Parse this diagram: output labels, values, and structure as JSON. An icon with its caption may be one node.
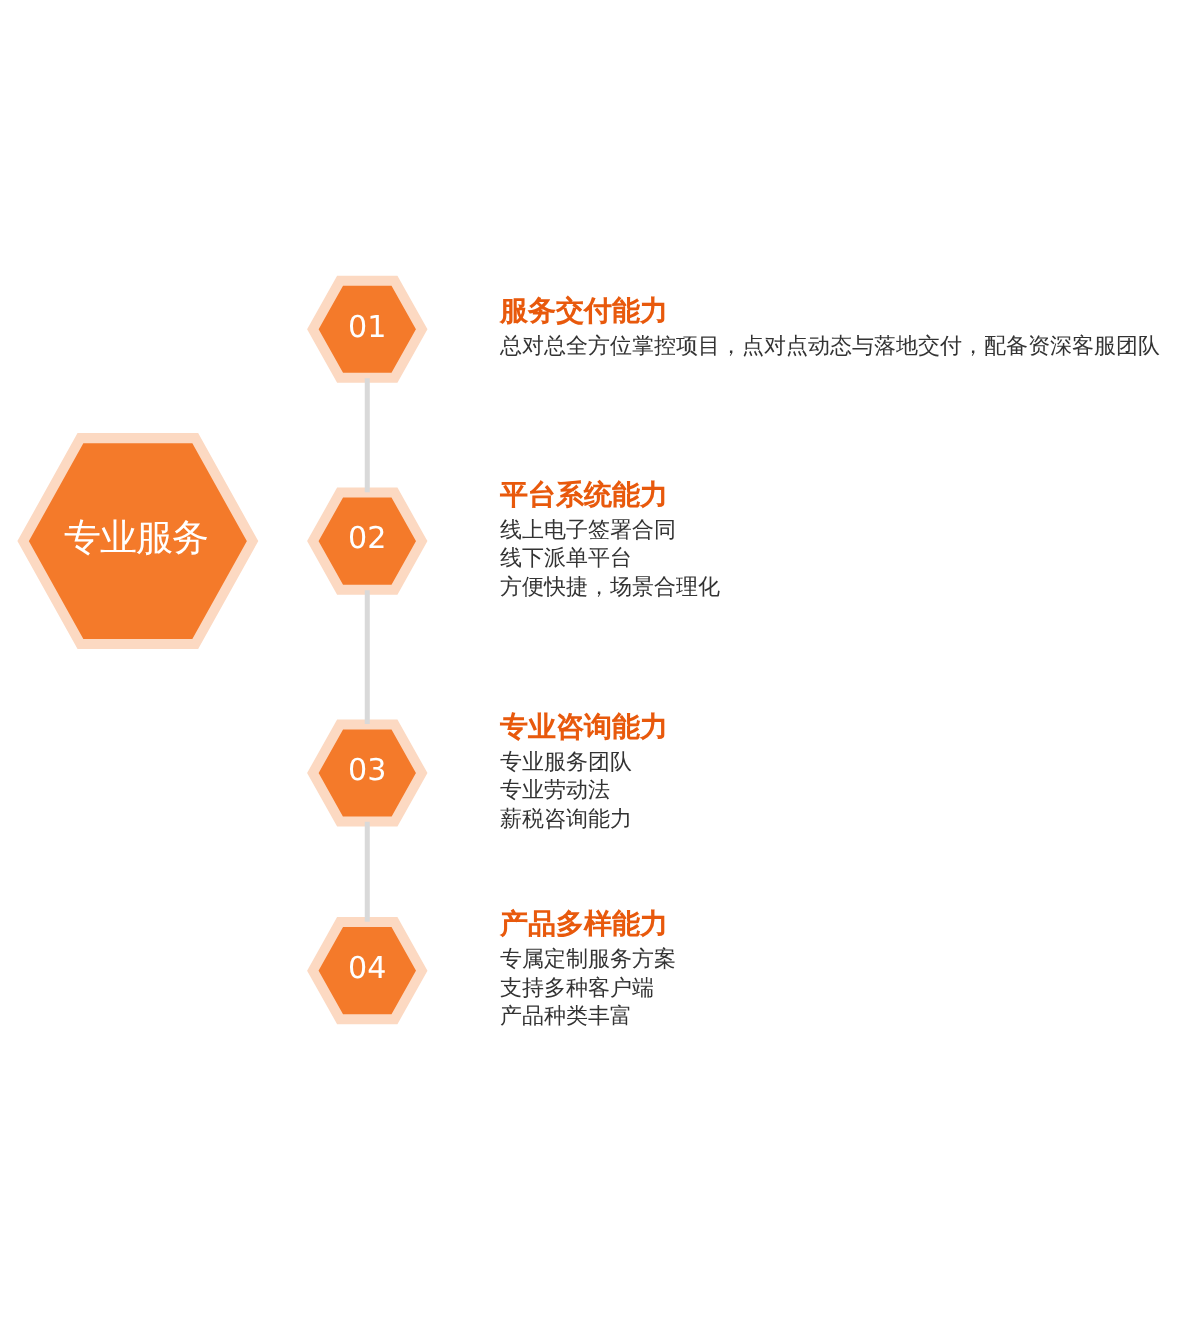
{
  "diagram": {
    "nodes": [
      {
        "text": [
          "专业服务"
        ]
      },
      {
        "text": [
          "01"
        ],
        "beside": [
          "服务交付能力",
          "总对总全方位掌控项目，点对点动态与落地交付，配备资深客服团队"
        ]
      },
      {
        "text": [
          "02"
        ],
        "beside": [
          "平台系统能力",
          "线上电子签署合同",
          "线下派单平台",
          "方便快捷，场景合理化"
        ]
      },
      {
        "text": [
          "03"
        ],
        "beside": [
          "专业咨询能力",
          "专业服务团队",
          "专业劳动法",
          "薪税咨询能力"
        ]
      },
      {
        "text": [
          "04"
        ],
        "beside": [
          "产品多样能力",
          "专属定制服务方案",
          "支持多种客户端",
          "产品种类丰富"
        ]
      }
    ],
    "edges": [
      {
        "from": 1,
        "to": 2,
        "arrow": "none"
      },
      {
        "from": 2,
        "to": 3,
        "arrow": "none"
      },
      {
        "from": 3,
        "to": 4,
        "arrow": "none"
      }
    ]
  }
}
